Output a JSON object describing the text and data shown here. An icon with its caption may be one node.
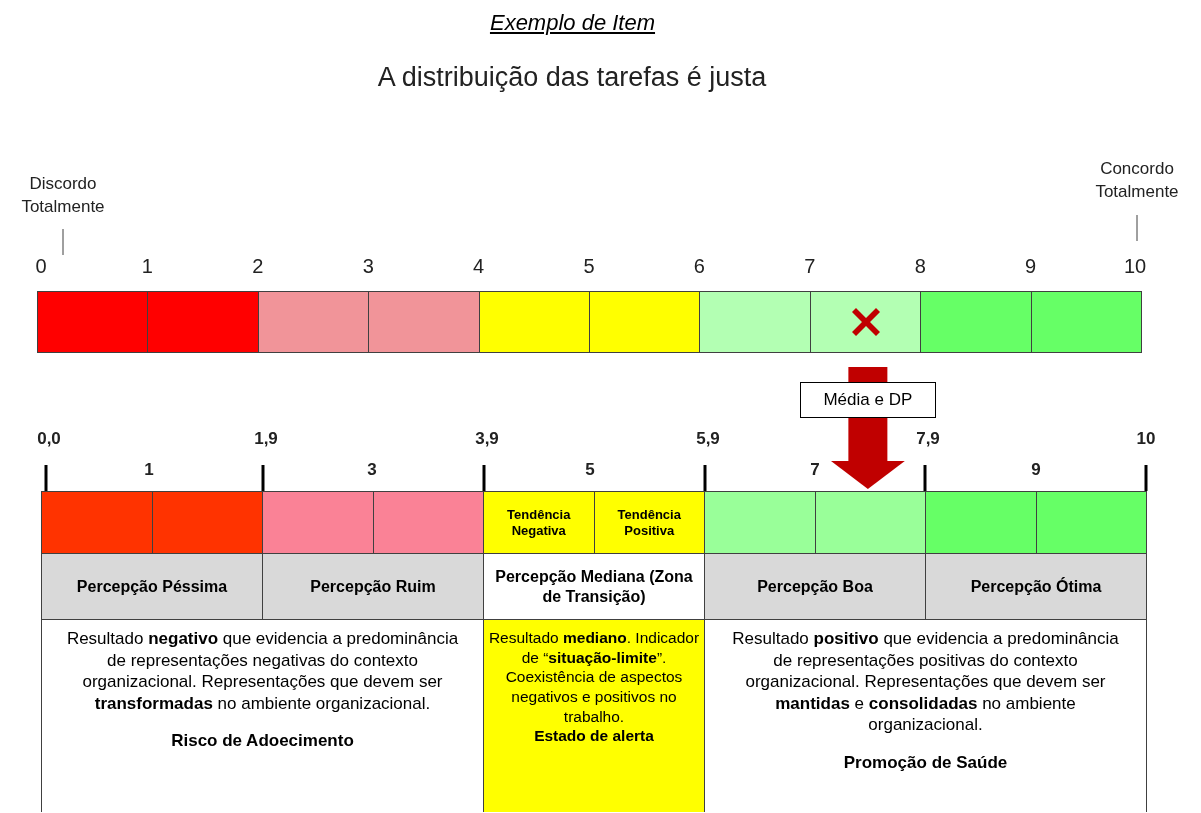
{
  "diagram": {
    "title": "Exemplo de Item",
    "nodes": [
      {
        "text": [],
        "shape": "box"
      },
      {
        "text": [],
        "shape": "box"
      },
      {
        "text": [],
        "shape": "box"
      },
      {
        "text": [],
        "shape": "box"
      },
      {
        "text": [],
        "shape": "box"
      },
      {
        "text": [],
        "shape": "box"
      },
      {
        "text": [],
        "shape": "box"
      },
      {
        "text": [],
        "shape": "box"
      },
      {
        "text": [],
        "shape": "box"
      },
      {
        "text": [],
        "shape": "box"
      },
      {
        "text": [],
        "shape": "box"
      },
      {
        "text": [],
        "shape": "box"
      },
      {
        "text": [],
        "shape": "box"
      },
      {
        "text": [],
        "shape": "box"
      },
      {
        "text": [
          "Tendência Negativa"
        ]
      },
      {
        "text": [
          "Tendência Positiva"
        ]
      },
      {
        "text": [],
        "shape": "box"
      },
      {
        "text": [],
        "shape": "box"
      },
      {
        "text": [],
        "shape": "box"
      },
      {
        "text": [],
        "shape": "box"
      },
      {
        "text": [
          "Percepção Péssima"
        ]
      },
      {
        "text": [
          "Percepção Ruim"
        ]
      },
      {
        "text": [
          "Percepção Mediana (Zona de Transição)"
        ]
      },
      {
        "text": [
          "Percepção Boa"
        ]
      },
      {
        "text": [
          "Percepção Ótima"
        ]
      },
      {
        "text": [
          "Resultado **negativo** que evidencia a predominância de representações negativas do contexto organizacional. Representações que devem ser **transformadas** no ambiente organizacional.",
          "Risco de Adoecimento"
        ]
      },
      {
        "text": [
          "Resultado **mediano**. Indicador de “**situação-limite**”. Coexistência de aspectos negativos e positivos no trabalho.",
          "Estado de alerta"
        ]
      },
      {
        "text": [
          "Resultado **positivo** que evidencia a predominância de representações positivas do contexto organizacional. Representações que devem ser **mantidas** e **consolidadas** no ambiente organizacional.",
          "Promoção de Saúde"
        ]
      }
    ],
    "edges": [
      {
        "from": 7,
        "to": 17,
        "arrow": "to",
        "label": "Média e DP",
        "color": "#c00000"
      }
    ],
    "labels": [
      "A distribuição das tarefas é justa",
      "Discordo Totalmente",
      "Concordo Totalmente",
      "0",
      "1",
      "2",
      "3",
      "4",
      "5",
      "6",
      "7",
      "8",
      "9",
      "10",
      "0,0",
      "1,9",
      "3,9",
      "5,9",
      "7,9",
      "10",
      "1",
      "3",
      "5",
      "7",
      "9"
    ]
  }
}
